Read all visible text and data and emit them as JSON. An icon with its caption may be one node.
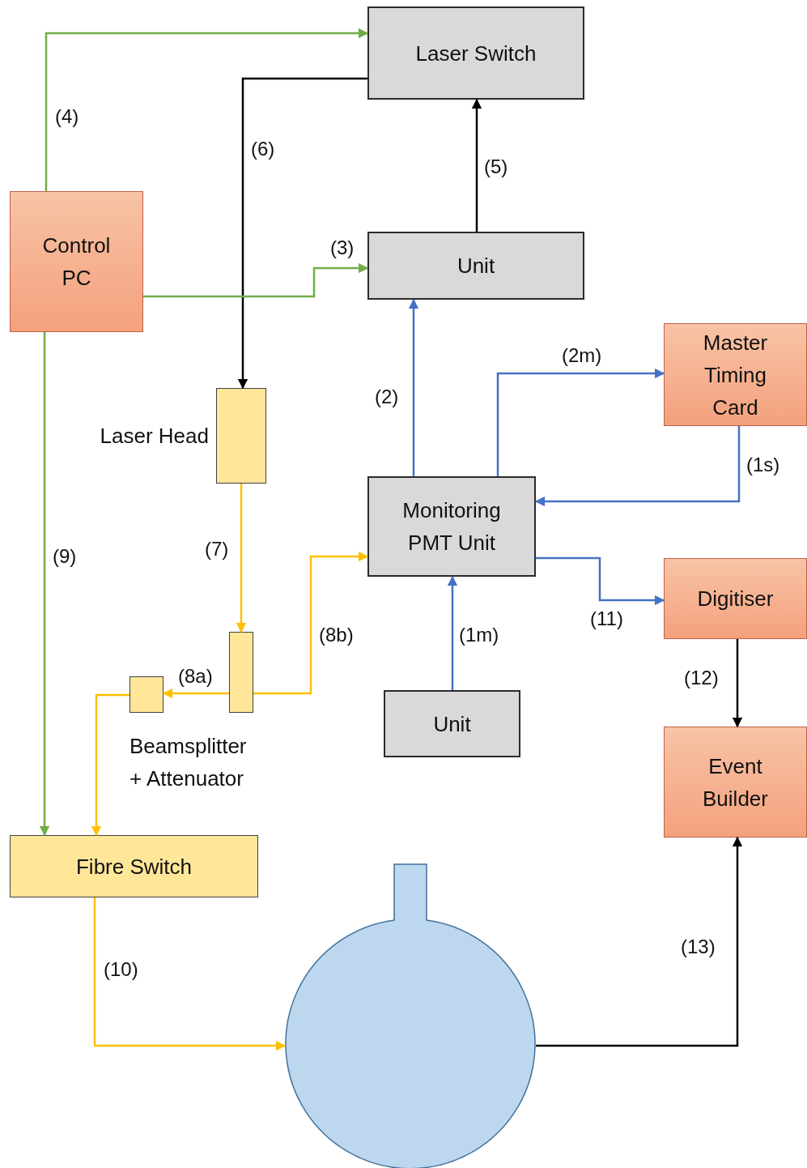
{
  "diagram": {
    "nodes": [
      {
        "text": [
          "Laser Switch"
        ]
      },
      {
        "text": [
          "Control PC"
        ]
      },
      {
        "text": [
          "Unit"
        ]
      },
      {
        "text": [
          "Master Timing Card"
        ]
      },
      {
        "text": [
          "Laser Head"
        ]
      },
      {
        "text": [
          "Monitoring PMT Unit"
        ]
      },
      {
        "text": [
          "Digitiser"
        ]
      },
      {
        "text": [],
        "shape": "box"
      },
      {
        "text": [],
        "shape": "box"
      },
      {
        "text": [
          "Unit"
        ]
      },
      {
        "text": [
          "Event Builder"
        ]
      },
      {
        "text": [
          "Fibre Switch"
        ]
      },
      {
        "text": [],
        "shape": "circle"
      }
    ],
    "edges": [
      {
        "from": 1,
        "to": 0,
        "arrow": "to",
        "label": "(4)",
        "color": "#70ad47"
      },
      {
        "from": 0,
        "to": 4,
        "arrow": "to",
        "label": "(6)",
        "color": "#000000"
      },
      {
        "from": 1,
        "to": 2,
        "arrow": "to",
        "label": "(3)",
        "color": "#70ad47"
      },
      {
        "from": 2,
        "to": 0,
        "arrow": "to",
        "label": "(5)",
        "color": "#000000"
      },
      {
        "from": 5,
        "to": 2,
        "arrow": "to",
        "label": "(2)",
        "color": "#4472c4"
      },
      {
        "from": 5,
        "to": 3,
        "arrow": "to",
        "label": "(2m)",
        "color": "#4472c4"
      },
      {
        "from": 3,
        "to": 5,
        "arrow": "to",
        "label": "(1s)",
        "color": "#4472c4"
      },
      {
        "from": 9,
        "to": 5,
        "arrow": "to",
        "label": "(1m)",
        "color": "#4472c4"
      },
      {
        "from": 5,
        "to": 6,
        "arrow": "to",
        "label": "(11)",
        "color": "#4472c4"
      },
      {
        "from": 1,
        "to": 11,
        "arrow": "to",
        "label": "(9)",
        "color": "#70ad47"
      },
      {
        "from": 4,
        "to": 7,
        "arrow": "to",
        "label": "(7)",
        "color": "#ffc000"
      },
      {
        "from": 7,
        "to": 5,
        "arrow": "to",
        "label": "(8b)",
        "color": "#ffc000"
      },
      {
        "from": 7,
        "to": 8,
        "arrow": "to",
        "label": "(8a)",
        "color": "#ffc000"
      },
      {
        "from": 8,
        "to": 11,
        "arrow": "to",
        "color": "#ffc000"
      },
      {
        "from": 6,
        "to": 10,
        "arrow": "to",
        "label": "(12)",
        "color": "#000000"
      },
      {
        "from": 11,
        "to": 12,
        "arrow": "to",
        "label": "(10)",
        "color": "#ffc000"
      },
      {
        "from": 12,
        "to": 10,
        "arrow": "to",
        "label": "(13)",
        "color": "#000000"
      }
    ],
    "labels": [
      "Beamsplitter + Attenuator"
    ]
  }
}
